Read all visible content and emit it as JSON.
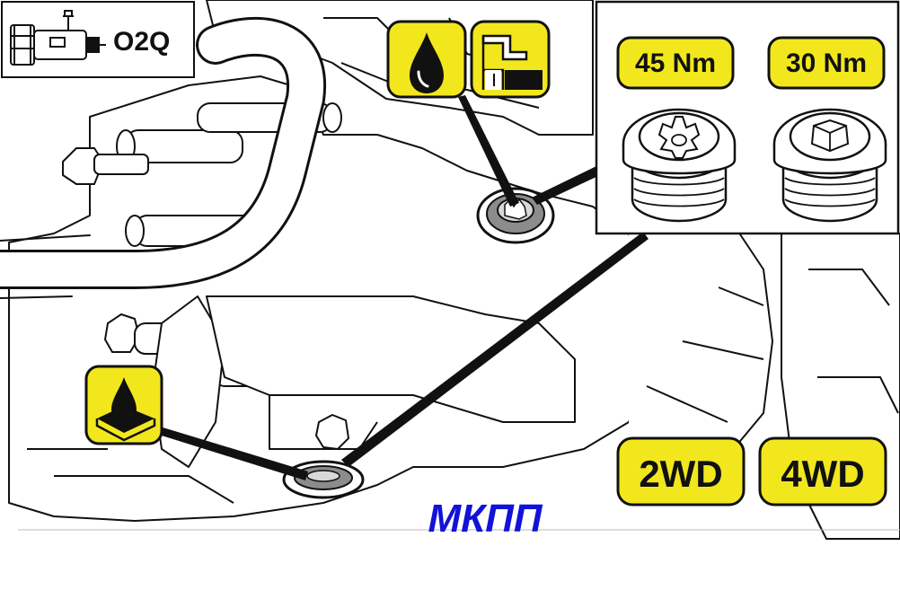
{
  "gearbox_code": "O2Q",
  "torque": {
    "drain_plug": "45 Nm",
    "filler_plug": "30 Nm"
  },
  "drive_variants": [
    "2WD",
    "4WD"
  ],
  "caption": "МКПП",
  "colors": {
    "label_fill": "#f2e71d",
    "caption": "#1212d9",
    "line": "#111111",
    "plug_metal": "#8c8c8c"
  },
  "icons": [
    "gearbox-icon",
    "oil-drop-icon",
    "oil-level-icon",
    "oil-drain-icon"
  ]
}
